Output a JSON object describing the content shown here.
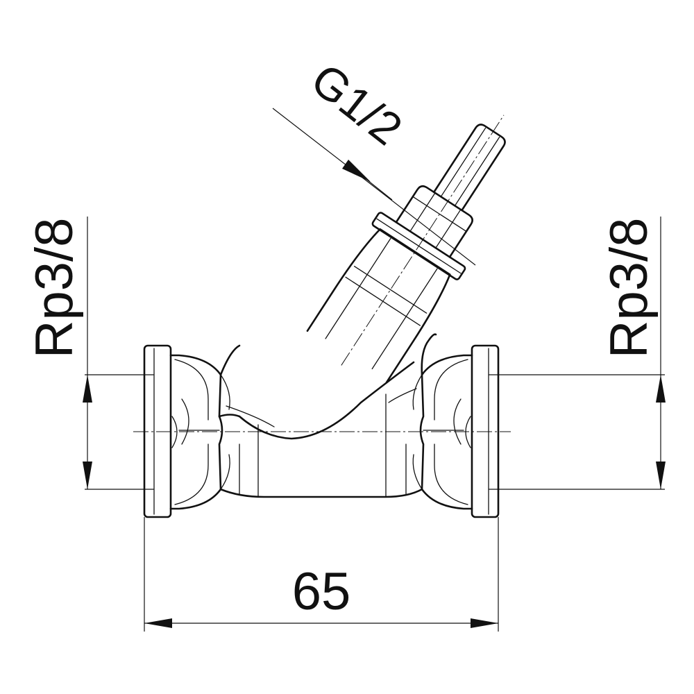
{
  "drawing": {
    "subject": "strainer-valve-dimension-drawing",
    "dimensions": {
      "stem_thread": "G1/2",
      "left_port_thread": "Rp3/8",
      "right_port_thread": "Rp3/8",
      "overall_length": "65"
    }
  }
}
